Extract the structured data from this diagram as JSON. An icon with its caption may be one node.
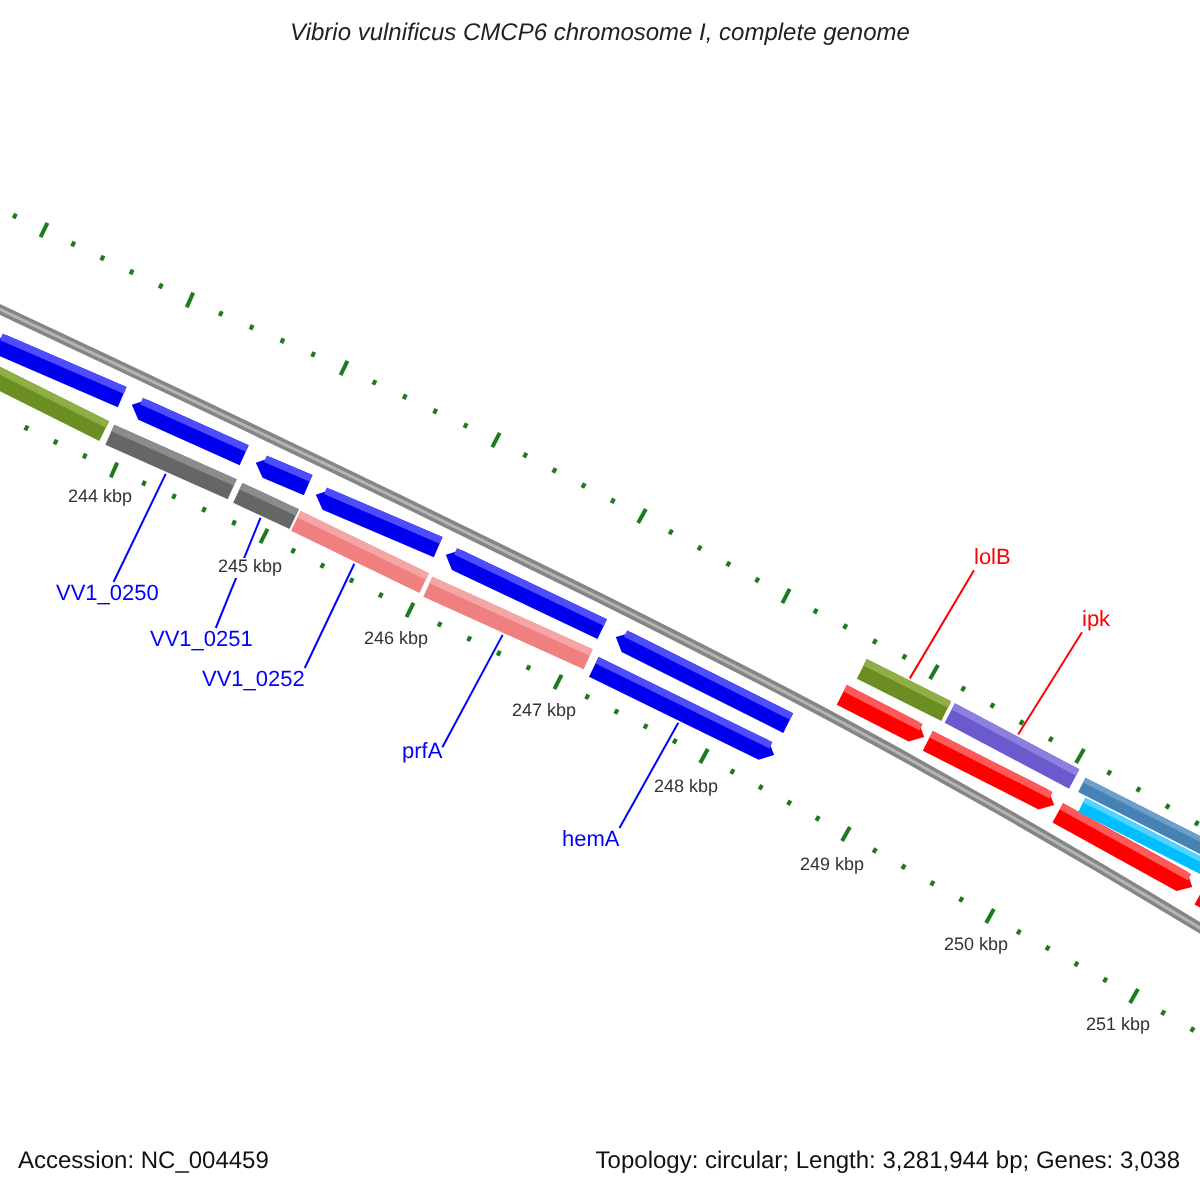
{
  "diagram": {
    "title": "Vibrio vulnificus CMCP6 chromosome I, complete genome",
    "nodes": [
      {
        "text": [],
        "shape": "bar"
      },
      {
        "text": [],
        "shape": "bar"
      },
      {
        "text": [],
        "shape": "bar"
      },
      {
        "text": [],
        "shape": "bar"
      },
      {
        "text": [],
        "shape": "bar"
      },
      {
        "text": [],
        "shape": "bar"
      },
      {
        "text": [],
        "shape": "bar"
      },
      {
        "text": [],
        "shape": "bar"
      },
      {
        "text": [],
        "shape": "bar"
      },
      {
        "text": [],
        "shape": "bar"
      },
      {
        "text": [],
        "shape": "bar"
      },
      {
        "text": [],
        "shape": "bar"
      },
      {
        "text": [],
        "shape": "bar"
      },
      {
        "text": [],
        "shape": "bar"
      },
      {
        "text": [],
        "shape": "bar"
      },
      {
        "text": [],
        "shape": "bar"
      },
      {
        "text": [],
        "shape": "bar"
      },
      {
        "text": [],
        "shape": "bar"
      },
      {
        "text": [],
        "shape": "bar"
      },
      {
        "text": [],
        "shape": "bar"
      },
      {
        "text": [
          "VV1_0250"
        ]
      },
      {
        "text": [
          "VV1_0251"
        ]
      },
      {
        "text": [
          "VV1_0252"
        ]
      },
      {
        "text": [
          "prfA"
        ]
      },
      {
        "text": [
          "hemA"
        ]
      },
      {
        "text": [
          "lolB"
        ]
      },
      {
        "text": [
          "ipk"
        ]
      }
    ],
    "edges": [
      {
        "from": 20,
        "to": 2,
        "arrow": "none"
      },
      {
        "from": 21,
        "to": 4,
        "arrow": "none"
      },
      {
        "from": 22,
        "to": 6,
        "arrow": "none"
      },
      {
        "from": 23,
        "to": 8,
        "arrow": "none"
      },
      {
        "from": 24,
        "to": 10,
        "arrow": "none"
      },
      {
        "from": 25,
        "to": 13,
        "arrow": "none",
        "color": "#ff0000"
      },
      {
        "from": 26,
        "to": 15,
        "arrow": "none",
        "color": "#ff0000"
      }
    ],
    "labels": [
      "244 kbp",
      "245 kbp",
      "246 kbp",
      "247 kbp",
      "248 kbp",
      "249 kbp",
      "250 kbp",
      "251 kbp",
      "Accession: NC_004459",
      "Topology: circular; Length: 3,281,944 bp; Genes: 3,038"
    ]
  }
}
